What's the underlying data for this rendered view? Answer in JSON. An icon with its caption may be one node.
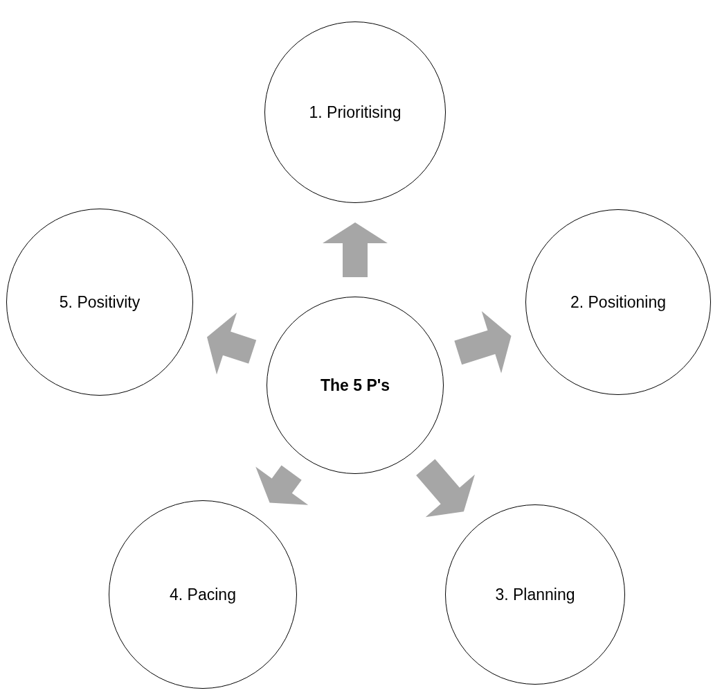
{
  "diagram": {
    "nodes": [
      {
        "text": [
          "1. Prioritising"
        ]
      },
      {
        "text": [
          "5. Positivity"
        ]
      },
      {
        "text": [
          "2. Positioning"
        ]
      },
      {
        "text": [
          "The 5 P's"
        ]
      },
      {
        "text": [
          "4. Pacing"
        ]
      },
      {
        "text": [
          "3. Planning"
        ]
      }
    ],
    "edges": [
      {
        "from": 3,
        "to": 0,
        "arrow": "to"
      },
      {
        "from": 3,
        "to": 2,
        "arrow": "to"
      },
      {
        "from": 3,
        "to": 5,
        "arrow": "to"
      },
      {
        "from": 3,
        "to": 4,
        "arrow": "to"
      },
      {
        "from": 3,
        "to": 1,
        "arrow": "to"
      }
    ]
  }
}
